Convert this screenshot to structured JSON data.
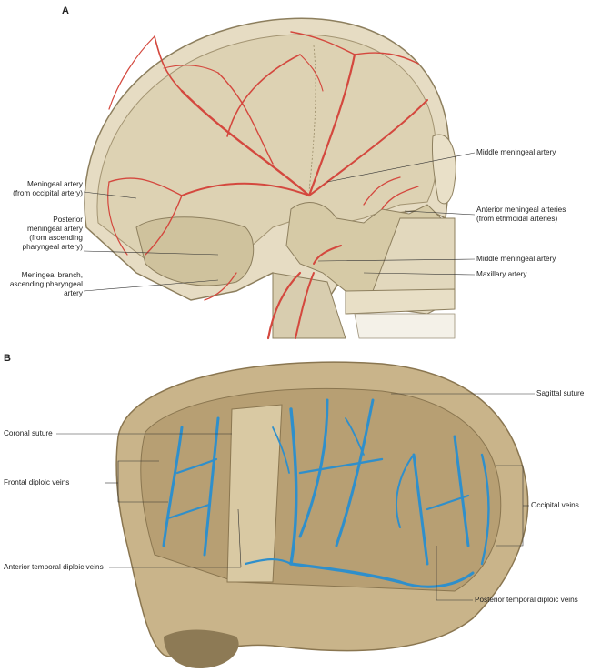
{
  "panel_a": {
    "letter": "A",
    "labels": {
      "middle_meningeal_upper": "Middle meningeal artery",
      "occipital_line1": "Meningeal artery",
      "occipital_line2": "(from occipital artery)",
      "anterior_line1": "Anterior meningeal arteries",
      "anterior_line2": "(from ethmoidal arteries)",
      "posterior_line1": "Posterior",
      "posterior_line2": "meningeal artery",
      "posterior_line3": "(from ascending",
      "posterior_line4": "pharyngeal artery)",
      "middle_meningeal_lower": "Middle meningeal artery",
      "maxillary": "Maxillary artery",
      "branch_line1": "Meningeal branch,",
      "branch_line2": "ascending pharyngeal",
      "branch_line3": "artery"
    }
  },
  "panel_b": {
    "letter": "B",
    "labels": {
      "sagittal_suture": "Sagittal suture",
      "coronal_suture": "Coronal suture",
      "frontal_diploic": "Frontal diploic veins",
      "occipital_veins": "Occipital veins",
      "anterior_temporal": "Anterior temporal diploic veins",
      "posterior_temporal": "Posterior temporal diploic veins"
    }
  },
  "colors": {
    "artery": "#d4483e",
    "vein": "#2f8fcb",
    "bone": "#ddd3b8",
    "bone_dark": "#b8aa86",
    "skull_b": "#c9b48a"
  }
}
